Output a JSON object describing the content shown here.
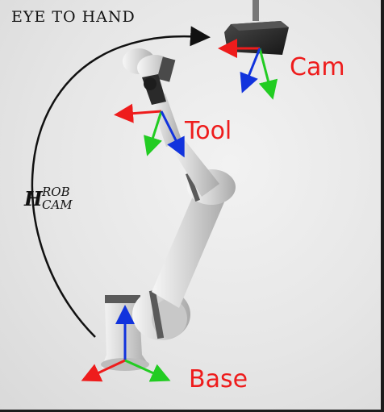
{
  "title": "EYE TO HAND",
  "transform": {
    "symbol": "H",
    "superscript": "ROB",
    "subscript": "CAM"
  },
  "labels": {
    "cam": "Cam",
    "tool": "Tool",
    "base": "Base"
  },
  "colors": {
    "label": "#ee1c1c",
    "axis_x": "#ee1c1c",
    "axis_y": "#22cc22",
    "axis_z": "#1133dd",
    "arc": "#111111"
  }
}
